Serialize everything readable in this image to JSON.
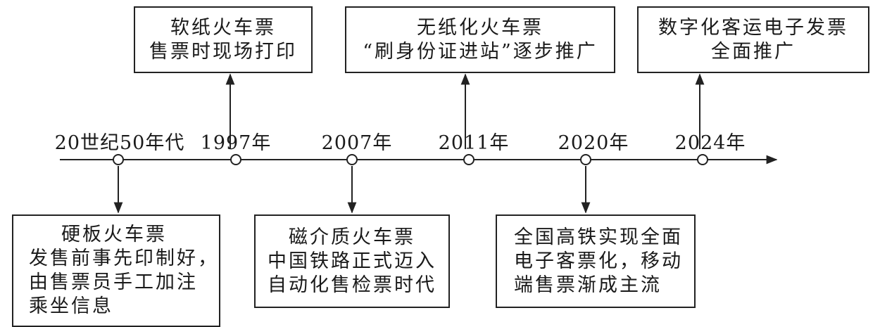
{
  "timeline": {
    "years": [
      "20世纪50年代",
      "1997年",
      "2007年",
      "2011年",
      "2020年",
      "2024年"
    ]
  },
  "events_top": [
    {
      "lines": [
        "软纸火车票",
        "售票时现场打印"
      ]
    },
    {
      "lines": [
        "无纸化火车票",
        "“刷身份证进站”逐步推广"
      ]
    },
    {
      "lines": [
        "数字化客运电子发票",
        "全面推广"
      ]
    }
  ],
  "events_bottom": [
    {
      "lines": [
        "硬板火车票",
        "发售前事先印制好，",
        "由售票员手工加注",
        "乘坐信息"
      ]
    },
    {
      "lines": [
        "磁介质火车票",
        "中国铁路正式迈入",
        "自动化售检票时代"
      ]
    },
    {
      "lines": [
        "全国高铁实现全面",
        "电子客票化，移动",
        "端售票渐成主流"
      ]
    }
  ]
}
